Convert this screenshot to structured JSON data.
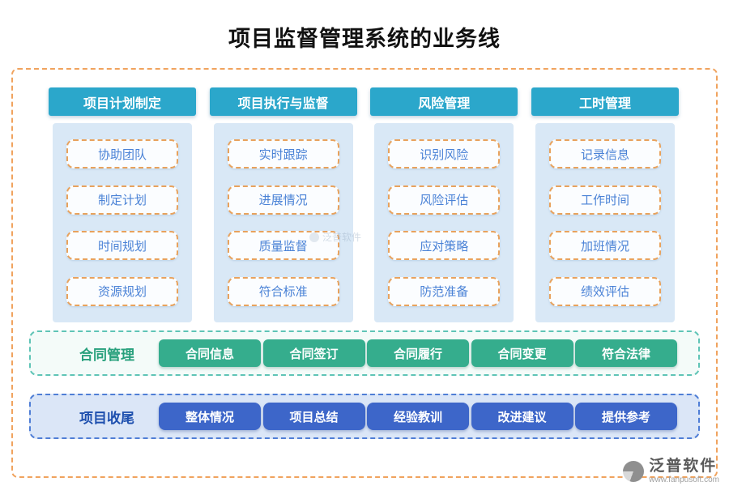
{
  "title": "项目监督管理系统的业务线",
  "columns": [
    {
      "header": "项目计划制定",
      "items": [
        "协助团队",
        "制定计划",
        "时间规划",
        "资源规划"
      ]
    },
    {
      "header": "项目执行与监督",
      "items": [
        "实时跟踪",
        "进展情况",
        "质量监督",
        "符合标准"
      ]
    },
    {
      "header": "风险管理",
      "items": [
        "识别风险",
        "风险评估",
        "应对策略",
        "防范准备"
      ]
    },
    {
      "header": "工时管理",
      "items": [
        "记录信息",
        "工作时间",
        "加班情况",
        "绩效评估"
      ]
    }
  ],
  "contract_row": {
    "label": "合同管理",
    "items": [
      "合同信息",
      "合同签订",
      "合同履行",
      "合同变更",
      "符合法律"
    ]
  },
  "closing_row": {
    "label": "项目收尾",
    "items": [
      "整体情况",
      "项目总结",
      "经验教训",
      "改进建议",
      "提供参考"
    ]
  },
  "watermark": "泛普软件",
  "footer": {
    "brand": "泛普软件",
    "url": "www.fanpusoft.com"
  },
  "colors": {
    "header_teal": "#2ba7cb",
    "panel_blue": "#d9e8f6",
    "pill_border_orange": "#e8a25d",
    "pill_text_blue": "#4a82d6",
    "outer_border_orange": "#f0a35e",
    "contract_green": "#35ad8d",
    "contract_border": "#5fc4b6",
    "closing_blue": "#3d66c9",
    "closing_border": "#4f7ed6"
  }
}
